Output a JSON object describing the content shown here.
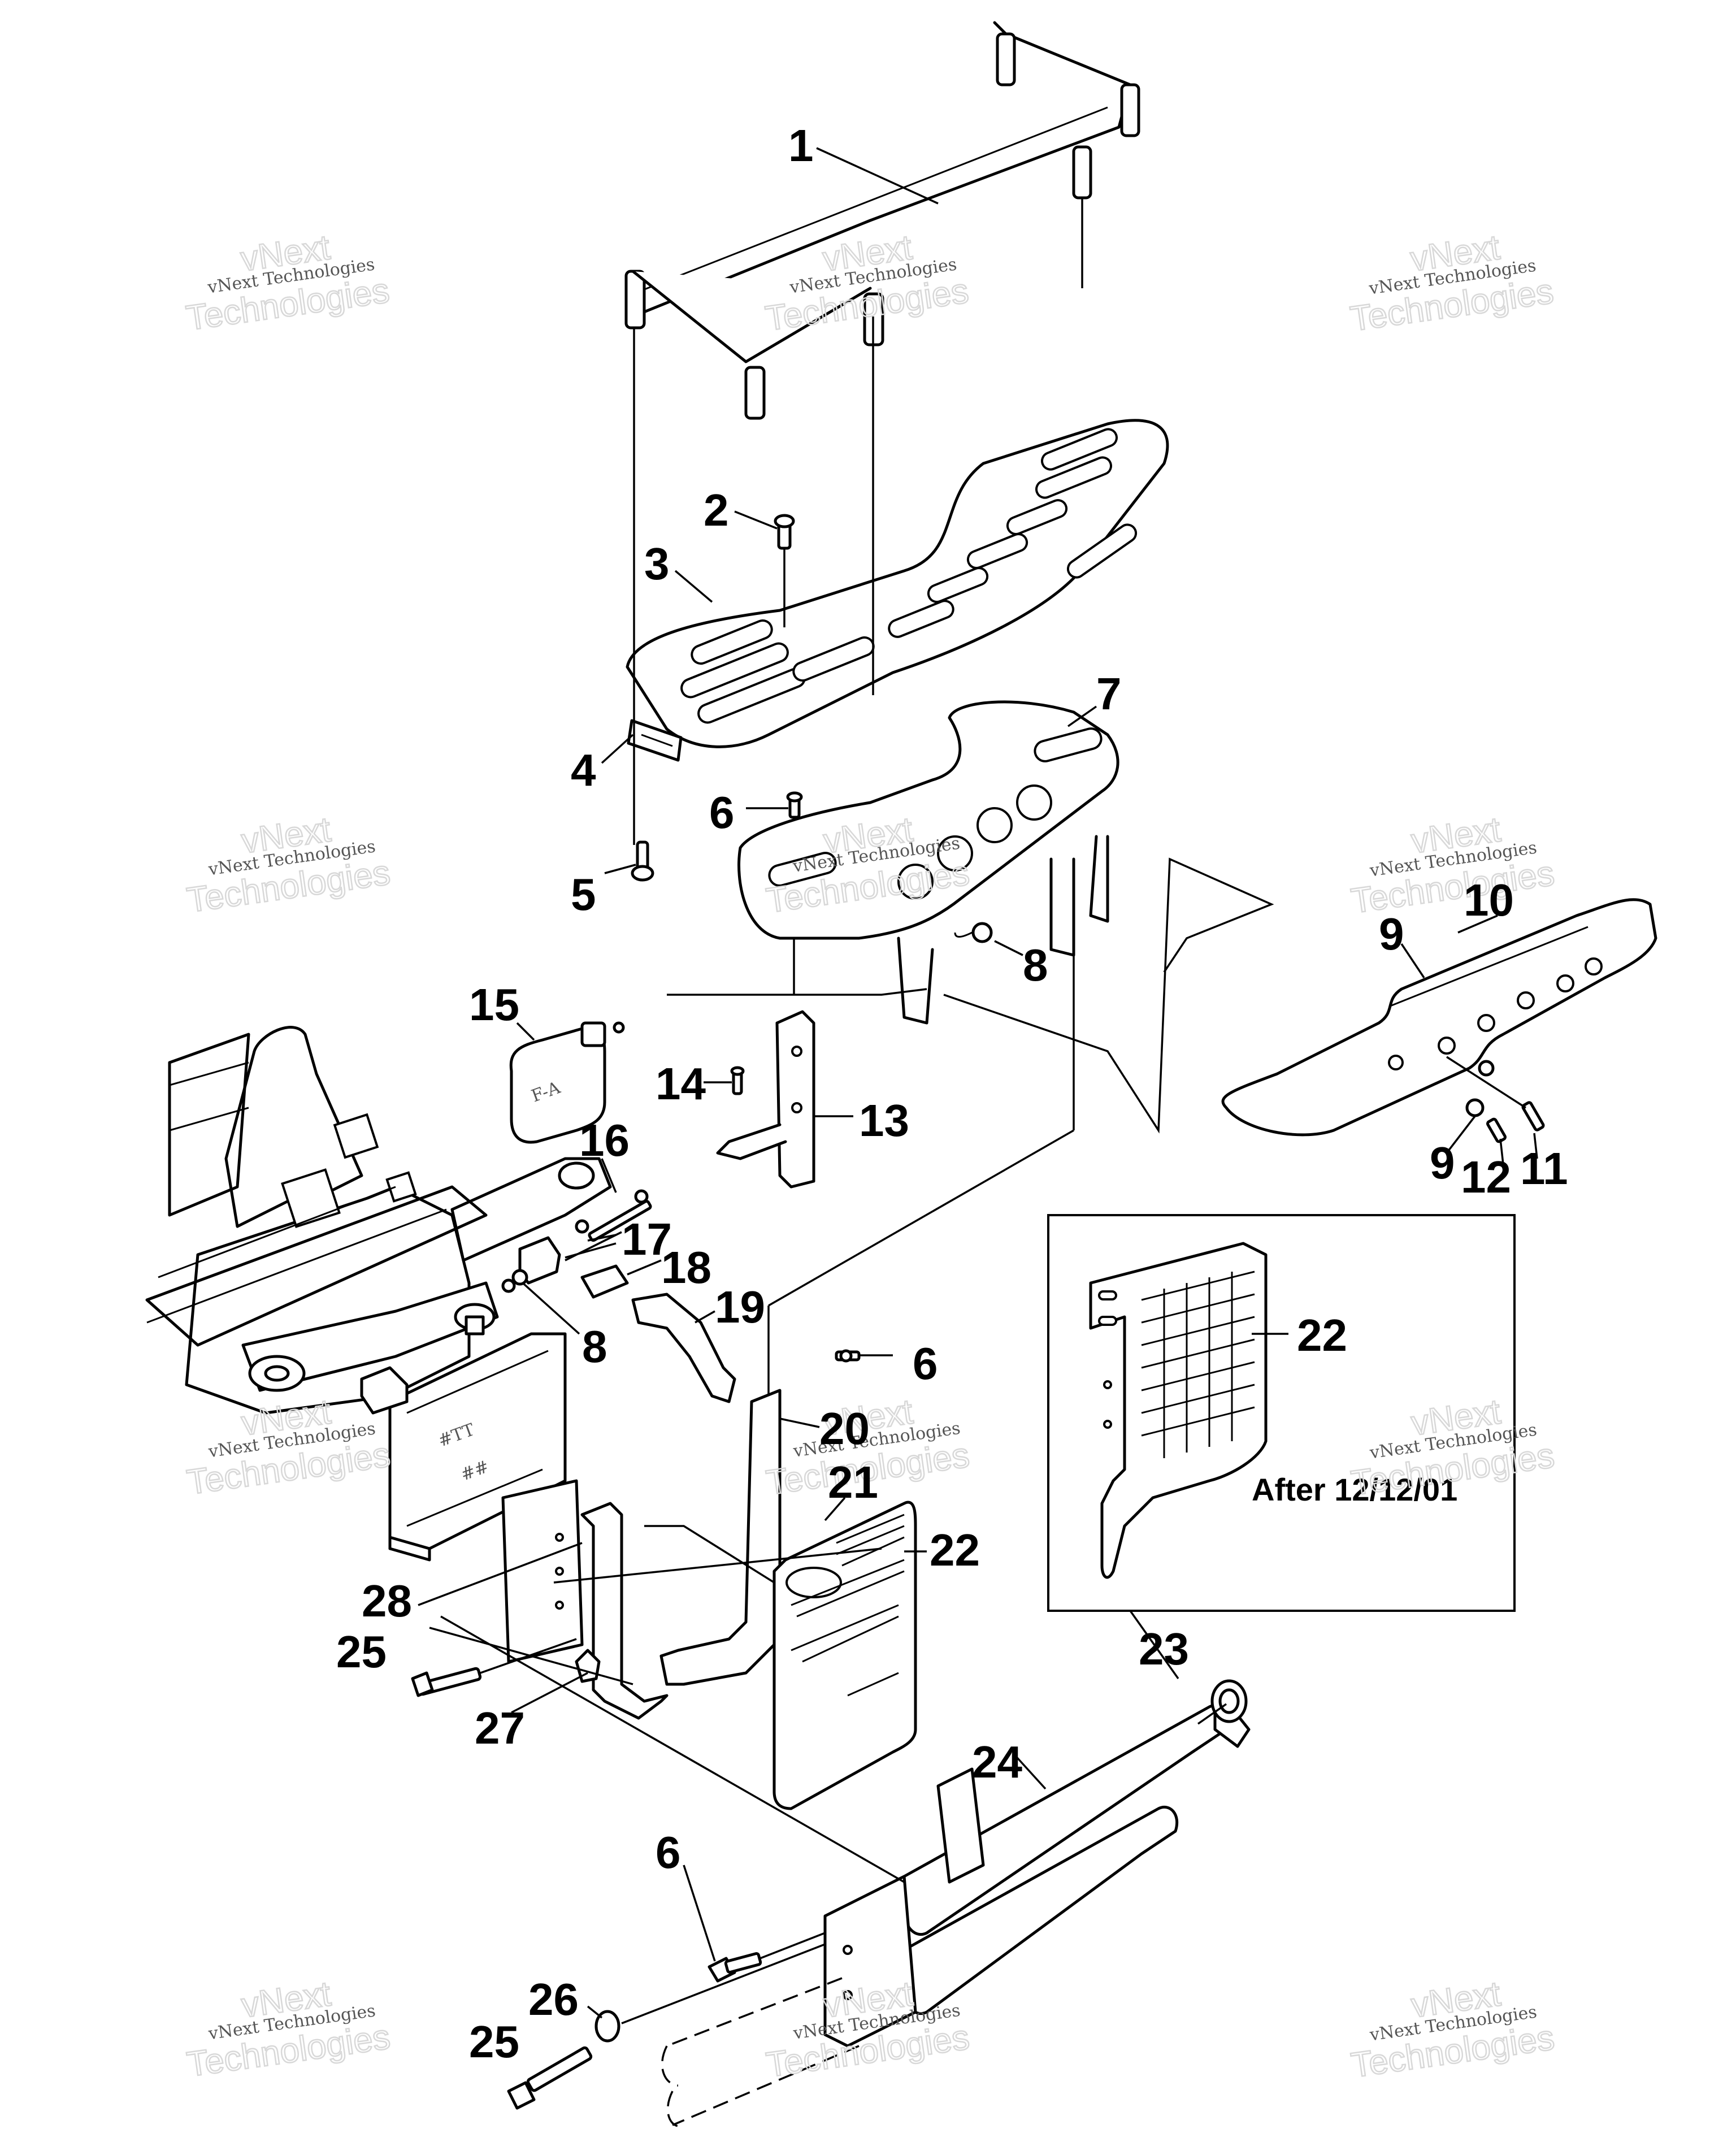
{
  "watermark": {
    "line1": "vNext Technologies",
    "line2": "vNext",
    "line3": "Technologies"
  },
  "inset_note": "After 12/12/01",
  "callouts": [
    "1",
    "2",
    "3",
    "4",
    "5",
    "6",
    "7",
    "8",
    "9",
    "10",
    "11",
    "12",
    "13",
    "14",
    "15",
    "16",
    "17",
    "18",
    "19",
    "20",
    "21",
    "22",
    "23",
    "24",
    "25",
    "26",
    "27",
    "28"
  ]
}
